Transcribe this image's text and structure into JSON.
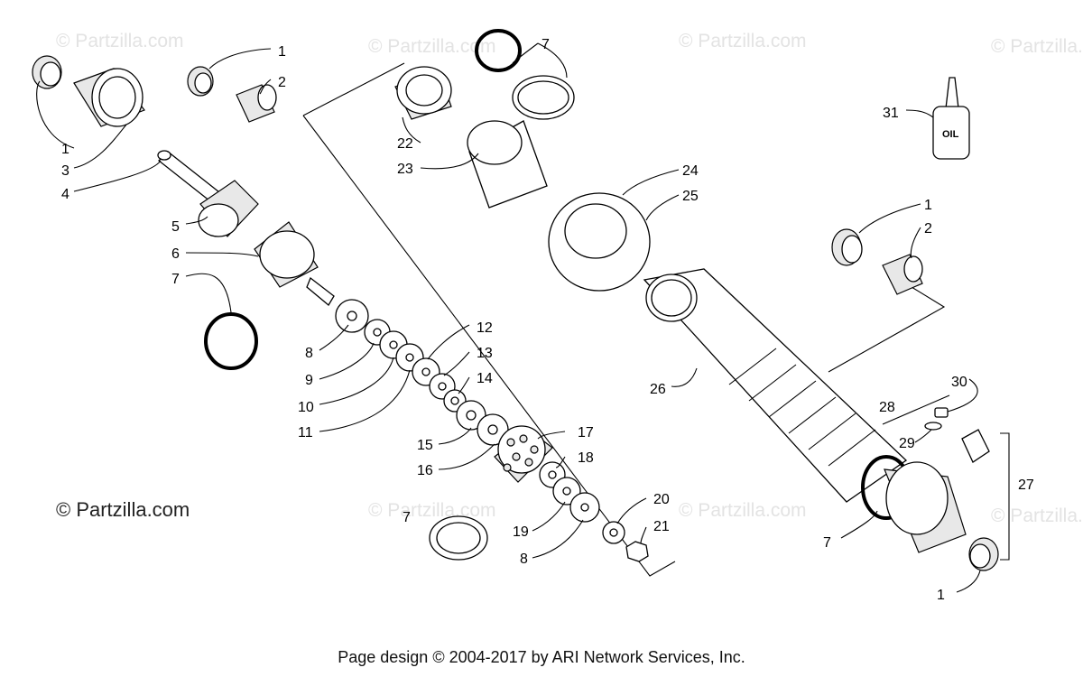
{
  "watermark_text": "© Partzilla.com",
  "brand_text": "© Partzilla.com",
  "footer_text": "Page design © 2004-2017 by ARI Network Services, Inc.",
  "oil_label": "OIL",
  "callouts": {
    "c1a": "1",
    "c1b": "1",
    "c1c": "1",
    "c1d": "1",
    "c2a": "2",
    "c2b": "2",
    "c3": "3",
    "c4": "4",
    "c5": "5",
    "c6": "6",
    "c7a": "7",
    "c7b": "7",
    "c7c": "7",
    "c7d": "7",
    "c8a": "8",
    "c8b": "8",
    "c9": "9",
    "c10": "10",
    "c11": "11",
    "c12": "12",
    "c13": "13",
    "c14": "14",
    "c15": "15",
    "c16": "16",
    "c17": "17",
    "c18": "18",
    "c19": "19",
    "c20": "20",
    "c21": "21",
    "c22": "22",
    "c23": "23",
    "c24": "24",
    "c25": "25",
    "c26": "26",
    "c27": "27",
    "c28": "28",
    "c29": "29",
    "c30": "30",
    "c31": "31"
  }
}
